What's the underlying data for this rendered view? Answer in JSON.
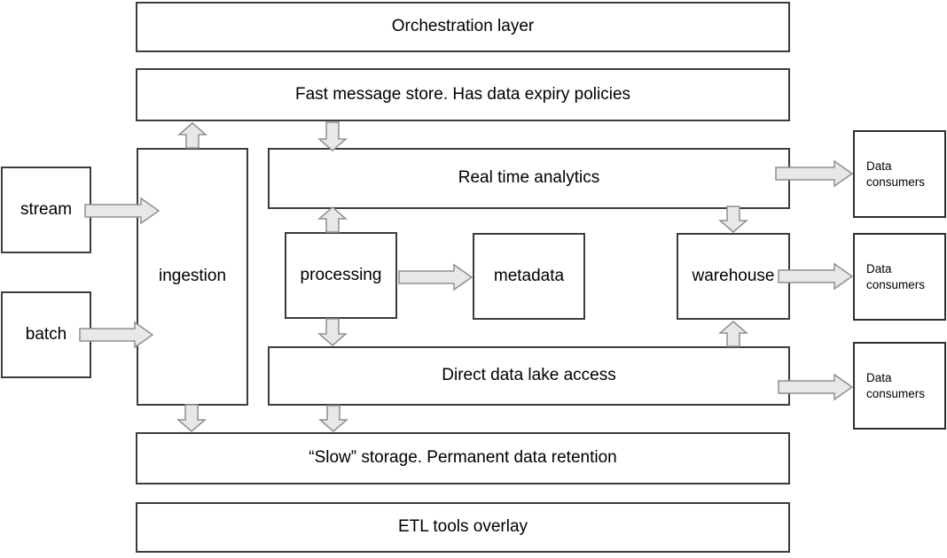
{
  "diagram": {
    "background_color": "#ffffff",
    "box_border_color": "#3c3c3c",
    "arrow_fill_color": "#e8e8e8",
    "arrow_stroke_color": "#8f8f8f",
    "text_color": "#000000",
    "nodes": {
      "orchestration": {
        "label": "Orchestration layer"
      },
      "fast_message_store": {
        "label": "Fast message store. Has data expiry policies"
      },
      "real_time_analytics": {
        "label": "Real time analytics"
      },
      "stream": {
        "label": "stream"
      },
      "batch": {
        "label": "batch"
      },
      "ingestion": {
        "label": "ingestion"
      },
      "processing": {
        "label": "processing"
      },
      "metadata": {
        "label": "metadata"
      },
      "warehouse": {
        "label": "warehouse"
      },
      "direct_lake_access": {
        "label": "Direct data lake access"
      },
      "slow_storage": {
        "label": "“Slow” storage. Permanent data retention"
      },
      "etl_overlay": {
        "label": "ETL tools overlay"
      },
      "data_consumers_1": {
        "label": "Data consumers"
      },
      "data_consumers_2": {
        "label": "Data consumers"
      },
      "data_consumers_3": {
        "label": "Data consumers"
      }
    },
    "connections": [
      {
        "from": "stream",
        "to": "ingestion",
        "direction": "right"
      },
      {
        "from": "batch",
        "to": "ingestion",
        "direction": "right"
      },
      {
        "from": "ingestion",
        "to": "fast_message_store",
        "direction": "up"
      },
      {
        "from": "fast_message_store",
        "to": "real_time_analytics",
        "direction": "down"
      },
      {
        "from": "processing",
        "to": "real_time_analytics",
        "direction": "up"
      },
      {
        "from": "real_time_analytics",
        "to": "warehouse",
        "direction": "down"
      },
      {
        "from": "processing",
        "to": "metadata",
        "direction": "right"
      },
      {
        "from": "processing",
        "to": "direct_lake_access",
        "direction": "down"
      },
      {
        "from": "direct_lake_access",
        "to": "warehouse",
        "direction": "up"
      },
      {
        "from": "real_time_analytics",
        "to": "data_consumers_1",
        "direction": "right"
      },
      {
        "from": "warehouse",
        "to": "data_consumers_2",
        "direction": "right"
      },
      {
        "from": "direct_lake_access",
        "to": "data_consumers_3",
        "direction": "right"
      },
      {
        "from": "ingestion",
        "to": "slow_storage",
        "direction": "down"
      },
      {
        "from": "direct_lake_access",
        "to": "slow_storage",
        "direction": "down"
      }
    ]
  }
}
